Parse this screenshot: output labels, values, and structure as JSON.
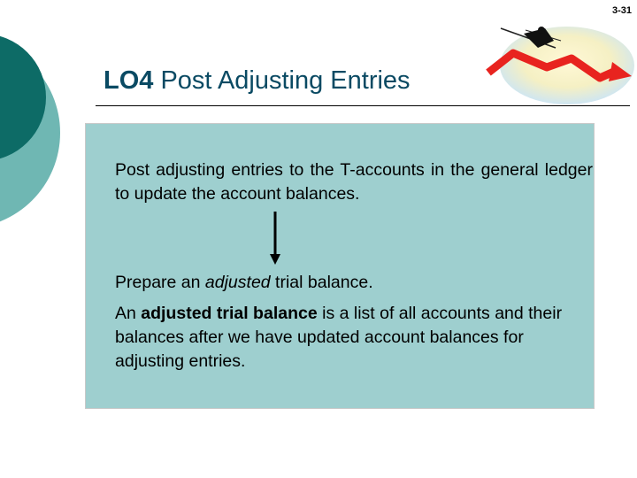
{
  "slide": {
    "number": "3-31",
    "title_prefix": "LO4",
    "title_text": " Post Adjusting Entries"
  },
  "content": {
    "paragraph1": "Post adjusting entries to the T-accounts in the general ledger to update the account balances.",
    "paragraph2_before": "Prepare an ",
    "paragraph2_emphasis": "adjusted",
    "paragraph2_after": " trial balance.",
    "paragraph3_before": "An ",
    "paragraph3_bold": "adjusted trial balance",
    "paragraph3_after": " is a list of all accounts and their balances after we have updated account balances for adjusting entries."
  },
  "colors": {
    "dark_teal": "#0d6b66",
    "light_teal": "#6fb7b3",
    "box_fill": "#9ecfcf",
    "title_color": "#0a4a63",
    "chart_line": "#e8231f"
  },
  "icons": [
    "skier-declining-chart-icon",
    "down-arrow-icon"
  ]
}
